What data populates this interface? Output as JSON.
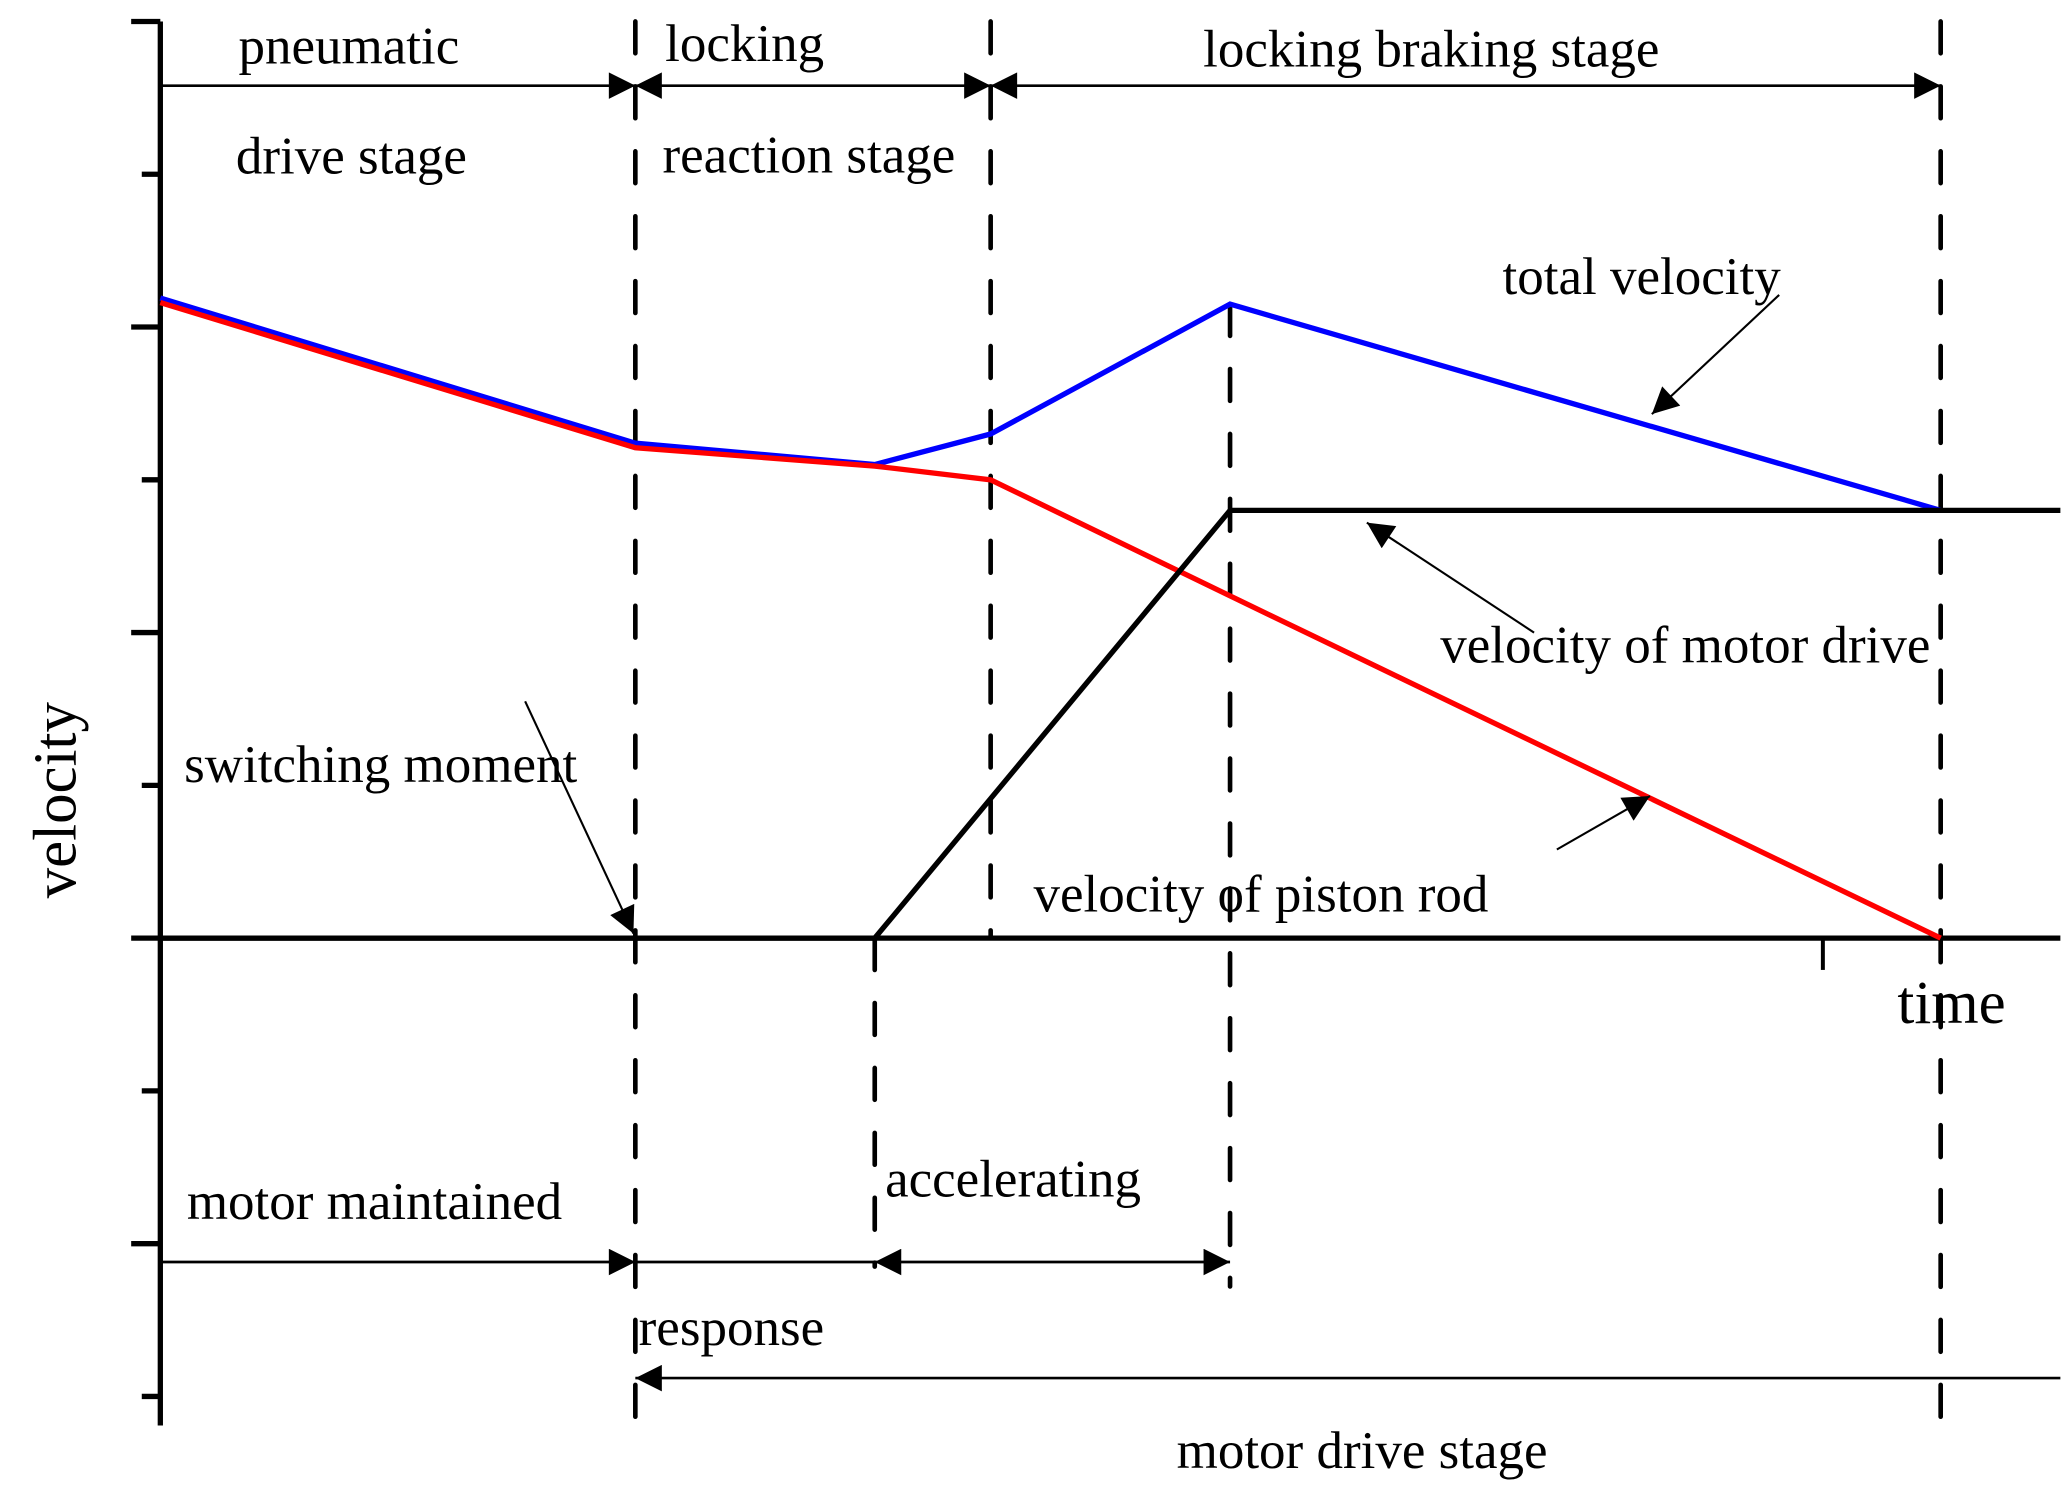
{
  "chart_data": {
    "type": "line",
    "title": "",
    "xlabel": "time",
    "ylabel": "velocity",
    "xlim": [
      0,
      10
    ],
    "ylim": [
      -3.19,
      6.0
    ],
    "yticks_major": [
      6.0,
      4.0,
      2.0,
      0.0,
      -2.0
    ],
    "yticks_minor": [
      5.0,
      3.0,
      1.0,
      -1.0,
      -3.0
    ],
    "xticks": [
      8.75
    ],
    "grid": false,
    "series": [
      {
        "name": "total velocity",
        "color": "#0000ff",
        "x": [
          0,
          2.5,
          3.76,
          4.37,
          5.63,
          9.37
        ],
        "y": [
          4.19,
          3.24,
          3.1,
          3.3,
          4.15,
          2.8
        ]
      },
      {
        "name": "velocity of piston rod",
        "color": "#ff0000",
        "x": [
          0,
          2.5,
          3.76,
          4.37,
          5.63,
          9.37
        ],
        "y": [
          4.16,
          3.21,
          3.09,
          3.0,
          2.24,
          0.0
        ]
      },
      {
        "name": "velocity of motor drive",
        "color": "#000000",
        "x": [
          0,
          3.76,
          5.63,
          10
        ],
        "y": [
          0,
          0,
          2.8,
          2.8
        ]
      }
    ],
    "event_lines": [
      {
        "name": "switching",
        "x": 2.5,
        "v_from": 6.0,
        "v_to": -3.3
      },
      {
        "name": "lock-reaction-end",
        "x": 4.37,
        "v_from": 6.0,
        "v_to": 0.0
      },
      {
        "name": "response-end",
        "x": 3.76,
        "v_from": 0.0,
        "v_to": -2.15
      },
      {
        "name": "accelerating-end",
        "x": 5.63,
        "v_from": 4.15,
        "v_to": -2.28
      },
      {
        "name": "braking-end",
        "x": 9.37,
        "v_from": 6.0,
        "v_to": -3.19
      }
    ],
    "stage_spans": [
      {
        "name": "pneumatic-drive",
        "from": 0,
        "to": 2.5,
        "v": 5.58,
        "arrows": "end"
      },
      {
        "name": "locking-reaction",
        "from": 2.5,
        "to": 4.37,
        "v": 5.58,
        "arrows": "both"
      },
      {
        "name": "locking-braking",
        "from": 4.37,
        "to": 9.37,
        "v": 5.58,
        "arrows": "both"
      },
      {
        "name": "motor-maintained",
        "from": 0,
        "to": 2.5,
        "v": -2.12,
        "arrows": "end"
      },
      {
        "name": "response",
        "from": 2.5,
        "to": 3.76,
        "v": -2.12,
        "arrows": "none"
      },
      {
        "name": "accelerating",
        "from": 3.76,
        "to": 5.63,
        "v": -2.12,
        "arrows": "both"
      },
      {
        "name": "motor-drive",
        "from": 2.5,
        "to": 10,
        "v": -2.88,
        "arrows": "start"
      }
    ],
    "annotations": {
      "pneumatic_1": "pneumatic",
      "pneumatic_2": "drive stage",
      "locking_1": "locking",
      "locking_2": "reaction stage",
      "braking": "locking braking stage",
      "total_velocity": "total velocity",
      "motor_velocity": "velocity of motor drive",
      "piston_velocity": "velocity of piston rod",
      "switching": "switching moment",
      "motor_maintained": "motor maintained",
      "accelerating": "accelerating",
      "response": "response",
      "motor_drive_stage": "motor drive stage"
    }
  }
}
